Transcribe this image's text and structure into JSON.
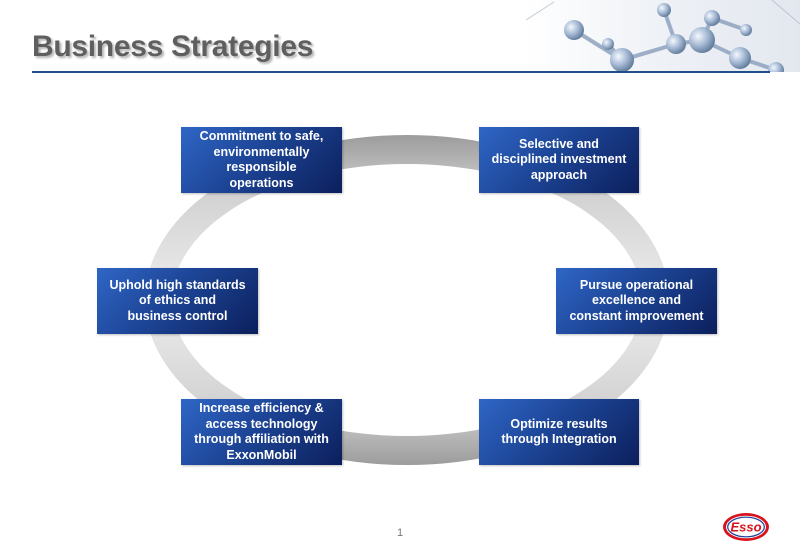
{
  "slide": {
    "title": "Business Strategies",
    "page_number": "1"
  },
  "strategies": [
    {
      "id": "top-left",
      "text": "Commitment to safe,\nenvironmentally\nresponsible\noperations"
    },
    {
      "id": "top-right",
      "text": "Selective and\ndisciplined investment\napproach"
    },
    {
      "id": "middle-left",
      "text": "Uphold high standards\nof ethics and\nbusiness control"
    },
    {
      "id": "middle-right",
      "text": "Pursue operational\nexcellence and\nconstant improvement"
    },
    {
      "id": "bottom-left",
      "text": "Increase efficiency &\naccess technology\nthrough affiliation with\nExxonMobil"
    },
    {
      "id": "bottom-right",
      "text": "Optimize results\nthrough Integration"
    }
  ],
  "logo": {
    "brand": "Esso",
    "colors": {
      "ring": "#d7141e",
      "fill": "#ffffff",
      "text": "#1d3f99"
    }
  },
  "icons": {
    "header_graphic": "molecule-network-icon"
  },
  "colors": {
    "title_text": "#5f5f5f",
    "rule": "#1f4f8a",
    "box_light": "#2f66c6",
    "box_dark": "#0c1f5c",
    "ring": "#c4c4c4"
  }
}
